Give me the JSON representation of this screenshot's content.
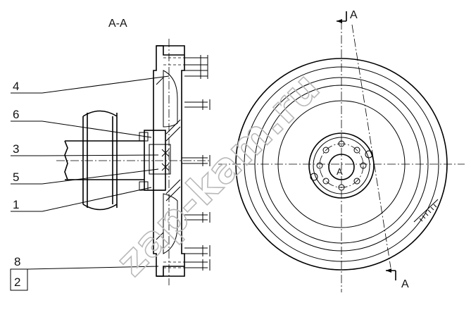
{
  "section_title": "A-A",
  "cut_marker": "A",
  "part_labels": [
    "4",
    "6",
    "3",
    "5",
    "1",
    "8",
    "2"
  ],
  "watermark": "zap-kam.ru"
}
